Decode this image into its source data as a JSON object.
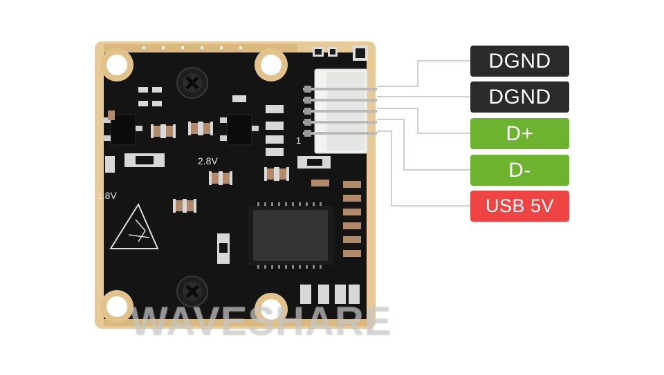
{
  "product": {
    "silkscreen": {
      "rail_2v8": "2.8V",
      "rail_1v8": "1.8V",
      "pin1_mark": "1"
    },
    "watermark": "WAVESHARE"
  },
  "pinout": [
    {
      "label": "DGND",
      "color": "#2b2b2b"
    },
    {
      "label": "DGND",
      "color": "#2b2b2b"
    },
    {
      "label": "D+",
      "color": "#6db330"
    },
    {
      "label": "D-",
      "color": "#6db330"
    },
    {
      "label": "USB 5V",
      "color": "#ee4444"
    }
  ],
  "colors": {
    "pcb": "#141414",
    "gold_pad": "#e8ca96",
    "connector": "#f2f2f0",
    "leader_line": "#bdbdbd"
  }
}
